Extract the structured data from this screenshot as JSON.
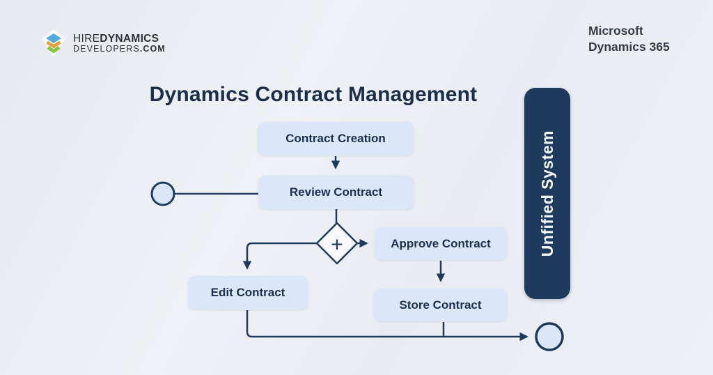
{
  "header": {
    "logo": {
      "line1_regular": "HIRE",
      "line1_bold": "DYNAMICS",
      "line2_regular": "DEVELOPERS",
      "line2_bold": ".COM"
    },
    "brand": {
      "line1": "Microsoft",
      "line2": "Dynamics 365"
    }
  },
  "diagram": {
    "title": "Dynamics Contract Management",
    "nodes": {
      "contract_creation": "Contract Creation",
      "review_contract": "Review Contract",
      "approve_contract": "Approve Contract",
      "edit_contract": "Edit Contract",
      "store_contract": "Store Contract"
    },
    "gateway_symbol": "+",
    "side_label": "Unfified System",
    "colors": {
      "node_fill": "#dbe7f8",
      "outline": "#203a5c",
      "side_panel_fill": "#1e3a5c",
      "side_panel_text": "#f5f8fc",
      "title_text": "#1d2e4a",
      "background": "#eaedf2",
      "logo_blue": "#55aadd",
      "logo_orange": "#e2a33e",
      "logo_green": "#85c440"
    }
  }
}
